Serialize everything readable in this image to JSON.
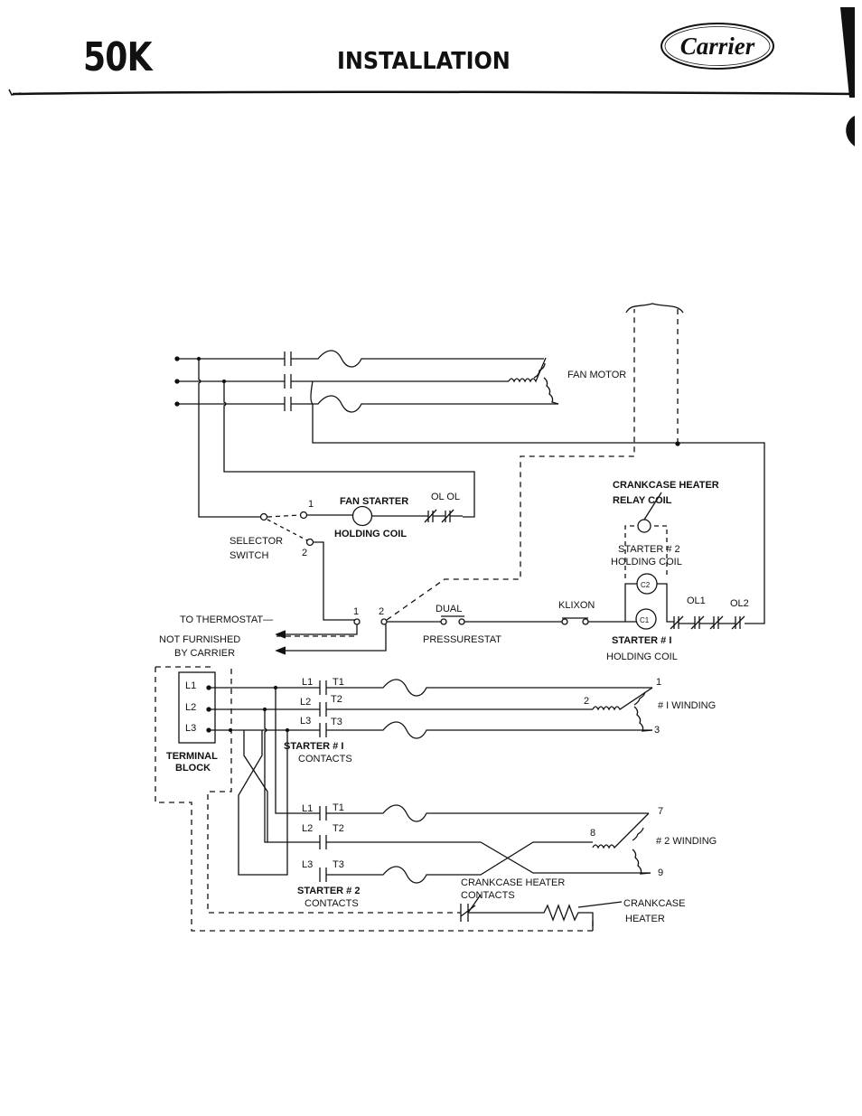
{
  "header": {
    "model": "50K",
    "title": "INSTALLATION",
    "brand": "Carrier"
  },
  "diagram": {
    "fan_motor": "FAN MOTOR",
    "crankcase_heater_relay_line1": "CRANKCASE  HEATER",
    "crankcase_heater_relay_line2": "RELAY  COIL",
    "fan_starter": "FAN STARTER",
    "holding_coil": "HOLDING  COIL",
    "ol_ol": "OL OL",
    "sel_pos1": "1",
    "sel_pos2": "2",
    "selector_switch_line1": "SELECTOR",
    "selector_switch_line2": "SWITCH",
    "starter2_holding_line1": "STARTER # 2",
    "starter2_holding_line2": "HOLDING COIL",
    "c2": "C2",
    "c1": "C1",
    "ol1": "OL1",
    "ol2": "OL2",
    "to_thermostat": "TO THERMOSTAT—",
    "not_furnished_line1": "NOT FURNISHED",
    "not_furnished_line2": "BY CARRIER",
    "therm_1": "1",
    "therm_2": "2",
    "dual": "DUAL",
    "pressurestat": "PRESSURESTAT",
    "klixon": "KLIXON",
    "starter1_holding_line1": "STARTER # I",
    "starter1_holding_line2": "HOLDING COIL",
    "terminal_l1": "L1",
    "terminal_l2": "L2",
    "terminal_l3": "L3",
    "terminal_block_line1": "TERMINAL",
    "terminal_block_line2": "BLOCK",
    "s1_l1": "L1",
    "s1_l2": "L2",
    "s1_l3": "L3",
    "s1_t1": "T1",
    "s1_t2": "T2",
    "s1_t3": "T3",
    "starter1_contacts_line1": "STARTER # I",
    "starter1_contacts_line2": "CONTACTS",
    "w1_1": "1",
    "w1_2": "2",
    "w1_3": "3",
    "winding1": "# I WINDING",
    "s2_l1": "L1",
    "s2_l2": "L2",
    "s2_l3": "L3",
    "s2_t1": "T1",
    "s2_t2": "T2",
    "s2_t3": "T3",
    "w2_7": "7",
    "w2_8": "8",
    "w2_9": "9",
    "winding2": "# 2 WINDING",
    "starter2_contacts_line1": "STARTER # 2",
    "starter2_contacts_line2": "CONTACTS",
    "crankcase_heater_contacts_line1": "CRANKCASE   HEATER",
    "crankcase_heater_contacts_line2": "CONTACTS",
    "crankcase_heater_line1": "CRANKCASE",
    "crankcase_heater_line2": "HEATER"
  }
}
